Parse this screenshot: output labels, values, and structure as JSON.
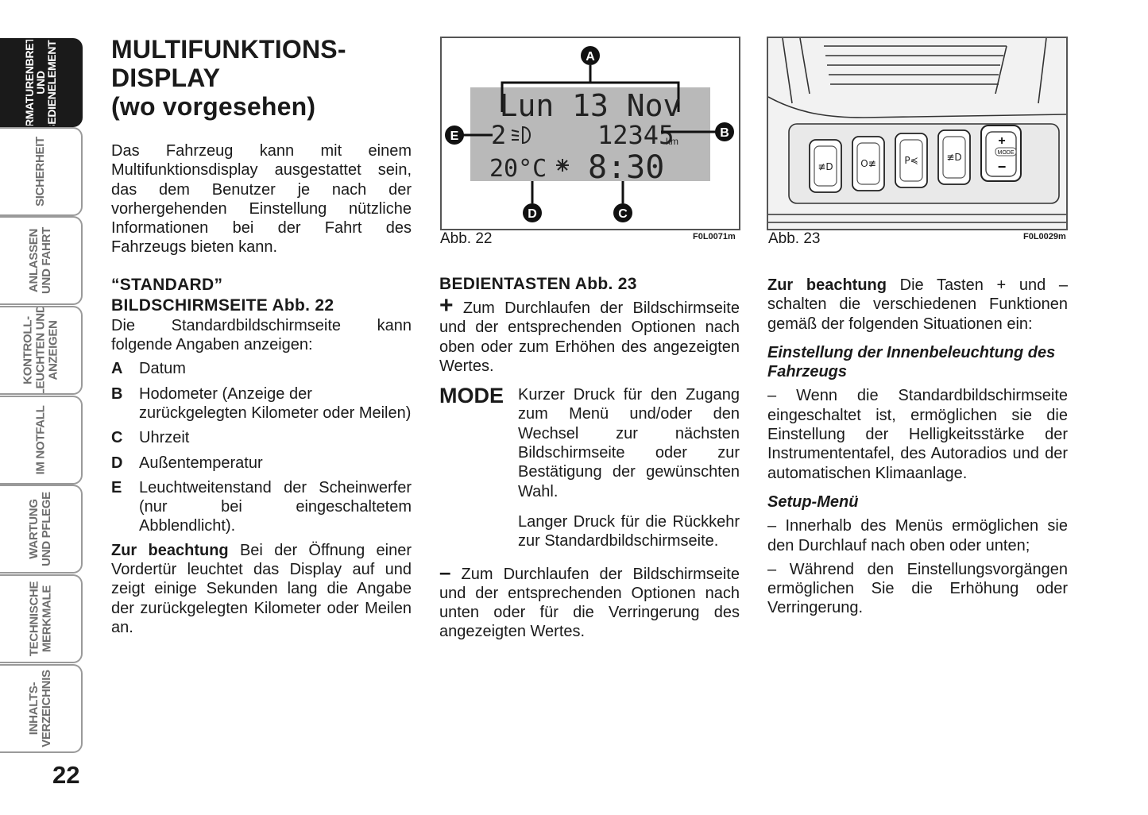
{
  "side_tabs": [
    {
      "label": "ARMATURENBRETT\nUND\nBEDIENELEMENTE",
      "active": true
    },
    {
      "label": "SICHERHEIT"
    },
    {
      "label": "ANLASSEN\nUND FAHRT"
    },
    {
      "label": "KONTROLL-\nLEUCHTEN UND\nANZEIGEN"
    },
    {
      "label": "IM NOTFALL"
    },
    {
      "label": "WARTUNG\nUND PFLEGE"
    },
    {
      "label": "TECHNISCHE\nMERKMALE"
    },
    {
      "label": "INHALTS-\nVERZEICHNIS"
    }
  ],
  "page_number": "22",
  "col1": {
    "title_l1": "MULTIFUNKTIONS-",
    "title_l2": "DISPLAY",
    "title_l3": "(wo vorgesehen)",
    "intro": "Das Fahrzeug kann mit einem Multifunktionsdisplay ausgestattet sein, das dem Benutzer je nach der vorhergehenden Einstellung nützliche Informationen bei der Fahrt des Fahrzeugs bieten kann.",
    "h_l1": "“STANDARD”",
    "h_l2": "BILDSCHIRMSEITE Abb. 22",
    "list_intro": "Die Standardbildschirmseite kann folgende Angaben anzeigen:",
    "items": [
      {
        "k": "A",
        "t": "Datum"
      },
      {
        "k": "B",
        "t": "Hodometer (Anzeige der zurückgelegten Kilometer oder Meilen)"
      },
      {
        "k": "C",
        "t": "Uhrzeit"
      },
      {
        "k": "D",
        "t": "Außentemperatur"
      },
      {
        "k": "E",
        "t": "Leuchtweitenstand der Scheinwerfer (nur bei eingeschaltetem Abblendlicht)."
      }
    ],
    "note_bold": "Zur beachtung",
    "note_text": " Bei der Öffnung einer Vordertür leuchtet das Display auf und zeigt einige Sekunden lang die Angabe der zurückgelegten Kilometer oder Meilen an."
  },
  "fig22": {
    "caption": "Abb. 22",
    "code": "F0L0071m",
    "date": "Lun 13 Nov",
    "level": "2",
    "odometer": "12345",
    "unit": "km",
    "temp": "20°C",
    "time": "8:30",
    "callouts": [
      "A",
      "B",
      "C",
      "D",
      "E"
    ]
  },
  "fig23": {
    "caption": "Abb. 23",
    "code": "F0L0029m",
    "mode_label": "MODE"
  },
  "col2": {
    "heading": "BEDIENTASTEN Abb. 23",
    "plus_symbol": "+",
    "plus_text": " Zum Durchlaufen der Bildschirmseite und der entsprechenden Optionen nach oben oder zum Erhöhen des angezeigten Wertes.",
    "mode_key": "MODE",
    "mode_short": "Kurzer Druck für den Zugang zum Menü und/oder den Wechsel zur nächsten Bildschirmseite oder zur Bestätigung der gewünschten Wahl.",
    "mode_long": "Langer Druck für die Rückkehr zur Standardbildschirmseite.",
    "minus_symbol": "–",
    "minus_text": " Zum Durchlaufen der Bildschirmseite und der entsprechenden Optionen nach unten oder für die Verringerung des angezeigten Wertes."
  },
  "col3": {
    "note_bold": "Zur beachtung",
    "note_text": " Die Tasten + und – schalten die verschiedenen Funktionen gemäß der folgenden Situationen ein:",
    "sub1": "Einstellung der Innenbeleuchtung des Fahrzeugs",
    "sub1_text": "– Wenn die Standardbildschirmseite eingeschaltet ist, ermöglichen sie die Einstellung der Helligkeitsstärke der Instrumententafel, des Autoradios und der automatischen Klimaanlage.",
    "sub2": "Setup-Menü",
    "sub2_text1": "– Innerhalb des Menüs ermöglichen sie den Durchlauf nach oben oder unten;",
    "sub2_text2": "– Während den Einstellungsvorgängen ermöglichen Sie die Erhöhung oder Verringerung."
  }
}
